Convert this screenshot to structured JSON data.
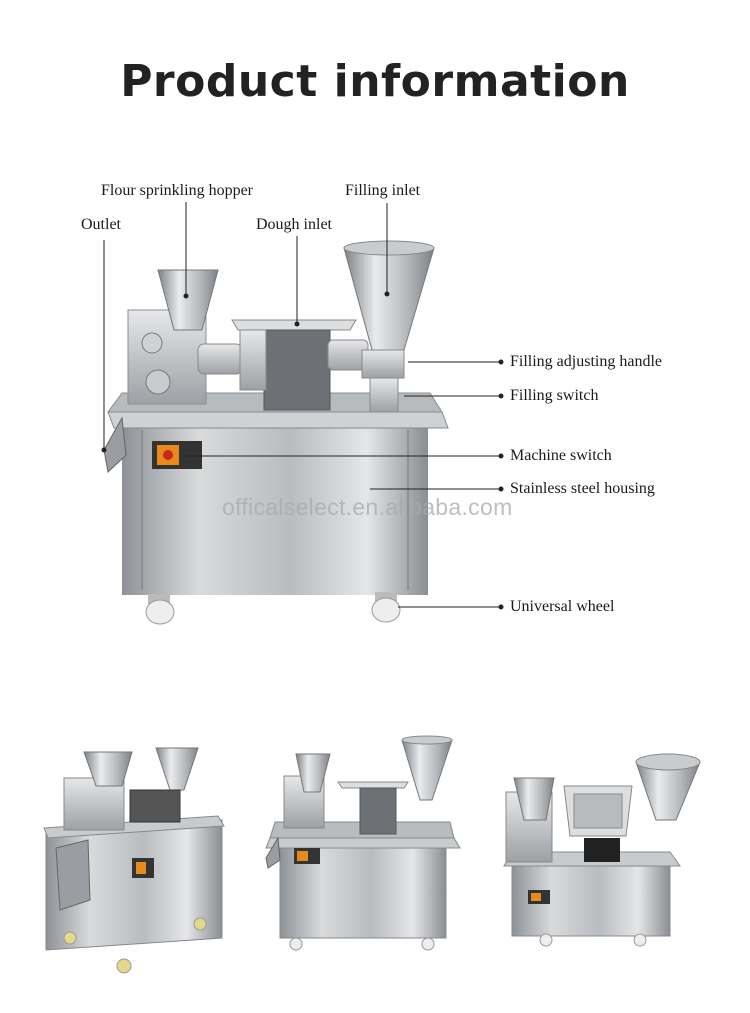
{
  "title": "Product information",
  "labels": {
    "flour_hopper": "Flour sprinkling hopper",
    "filling_inlet": "Filling inlet",
    "outlet": "Outlet",
    "dough_inlet": "Dough inlet",
    "filling_adjusting_handle": "Filling adjusting handle",
    "filling_switch": "Filling switch",
    "machine_switch": "Machine switch",
    "stainless_housing": "Stainless steel housing",
    "universal_wheel": "Universal wheel"
  },
  "watermark": "officalselect.en.alibaba.com"
}
